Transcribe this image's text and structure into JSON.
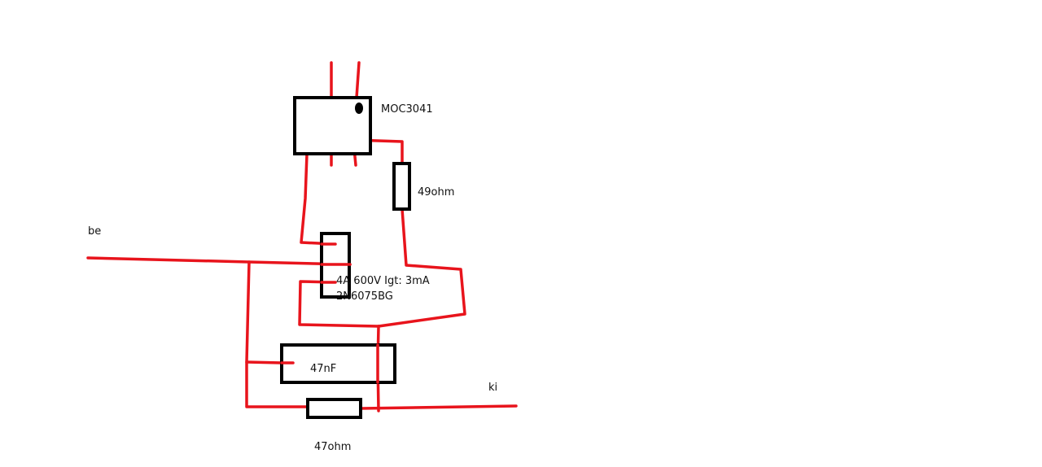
{
  "colors": {
    "wire": "#e8141c",
    "component": "#000000",
    "background": "#ffffff"
  },
  "labels": {
    "optocoupler": "MOC3041",
    "gate_resistor": "49ohm",
    "line_in": "be",
    "triac_rating": "4A 600V Igt: 3mA",
    "triac_part": "2N6075BG",
    "capacitor": "47nF",
    "line_out": "ki",
    "snubber_resistor": "47ohm"
  }
}
